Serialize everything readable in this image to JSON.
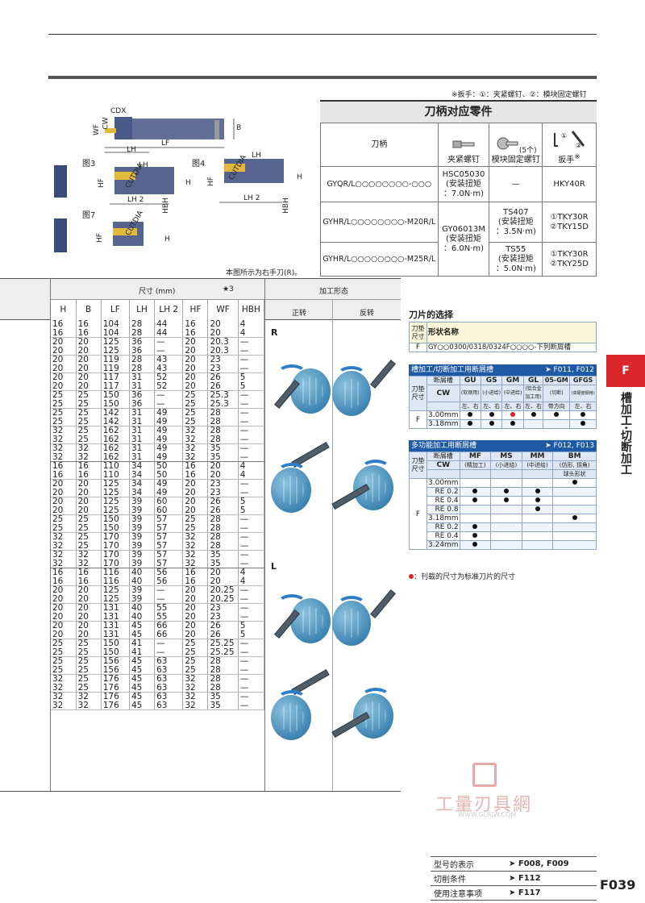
{
  "top_note": "※扳手：①：夹紧螺钉、②：模块固定螺钉",
  "parts": {
    "title": "刀柄对应零件",
    "h_holder": "刀柄",
    "h_clamp": "夹紧螺钉",
    "h_module": "模块固定螺钉",
    "h_wrench": "扳手",
    "wrench_mark": "※",
    "qty": "(5个)",
    "rows": [
      {
        "holder": "GYQR/L○○○○○○○○-○○○",
        "clamp": "HSC05030\n(安装扭矩\n：7.0N·m)",
        "module": "—",
        "wrench": "HKY40R"
      },
      {
        "holder": "GYHR/L○○○○○○○○-M20R/L",
        "clamp": "GY06013M\n(安装扭矩\n：6.0N·m)",
        "module": "TS407\n(安装扭矩\n：3.5N·m)",
        "wrench": "①TKY30R\n②TKY15D"
      },
      {
        "holder": "GYHR/L○○○○○○○○-M25R/L",
        "clamp": "",
        "module": "TS55\n(安装扭矩\n：5.0N·m)",
        "wrench": "①TKY30R\n②TKY25D"
      }
    ]
  },
  "diagram": {
    "cdx": "CDX",
    "cw": "CW",
    "wf": "WF",
    "b": "B",
    "lf": "LF",
    "lh": "LH",
    "fig3": "图3",
    "fig4": "图4",
    "fig7": "图7",
    "hf": "HF",
    "h": "H",
    "lh2": "LH 2",
    "hbh": "HBH",
    "cutdia": "CUTDIA",
    "note": "本图所示为右手刀(R)。"
  },
  "spec": {
    "size_label": "尺寸 (mm)",
    "star": "★3",
    "form_label": "加工形态",
    "fwd": "正转",
    "rev": "反转",
    "r": "R",
    "l": "L",
    "cols": [
      "H",
      "B",
      "LF",
      "LH",
      "LH 2",
      "HF",
      "WF",
      "HBH"
    ],
    "rows": [
      [
        "16",
        "16",
        "104",
        "28",
        "44",
        "16",
        "20",
        "4"
      ],
      [
        "16",
        "16",
        "104",
        "28",
        "44",
        "16",
        "20",
        "4"
      ],
      [
        "20",
        "20",
        "125",
        "36",
        "—",
        "20",
        "20.3",
        "—"
      ],
      [
        "20",
        "20",
        "125",
        "36",
        "—",
        "20",
        "20.3",
        "—"
      ],
      [
        "20",
        "20",
        "119",
        "28",
        "43",
        "20",
        "23",
        "—"
      ],
      [
        "20",
        "20",
        "119",
        "28",
        "43",
        "20",
        "23",
        "—"
      ],
      [
        "20",
        "20",
        "117",
        "31",
        "52",
        "20",
        "26",
        "5"
      ],
      [
        "20",
        "20",
        "117",
        "31",
        "52",
        "20",
        "26",
        "5"
      ],
      [
        "25",
        "25",
        "150",
        "36",
        "—",
        "25",
        "25.3",
        "—"
      ],
      [
        "25",
        "25",
        "150",
        "36",
        "—",
        "25",
        "25.3",
        "—"
      ],
      [
        "25",
        "25",
        "142",
        "31",
        "49",
        "25",
        "28",
        "—"
      ],
      [
        "25",
        "25",
        "142",
        "31",
        "49",
        "25",
        "28",
        "—"
      ],
      [
        "32",
        "25",
        "162",
        "31",
        "49",
        "32",
        "28",
        "—"
      ],
      [
        "32",
        "25",
        "162",
        "31",
        "49",
        "32",
        "28",
        "—"
      ],
      [
        "32",
        "32",
        "162",
        "31",
        "49",
        "32",
        "35",
        "—"
      ],
      [
        "32",
        "32",
        "162",
        "31",
        "49",
        "32",
        "35",
        "—"
      ],
      [
        "16",
        "16",
        "110",
        "34",
        "50",
        "16",
        "20",
        "4"
      ],
      [
        "16",
        "16",
        "110",
        "34",
        "50",
        "16",
        "20",
        "4"
      ],
      [
        "20",
        "20",
        "125",
        "34",
        "49",
        "20",
        "23",
        "—"
      ],
      [
        "20",
        "20",
        "125",
        "34",
        "49",
        "20",
        "23",
        "—"
      ],
      [
        "20",
        "20",
        "125",
        "39",
        "60",
        "20",
        "26",
        "5"
      ],
      [
        "20",
        "20",
        "125",
        "39",
        "60",
        "20",
        "26",
        "5"
      ],
      [
        "25",
        "25",
        "150",
        "39",
        "57",
        "25",
        "28",
        "—"
      ],
      [
        "25",
        "25",
        "150",
        "39",
        "57",
        "25",
        "28",
        "—"
      ],
      [
        "32",
        "25",
        "170",
        "39",
        "57",
        "32",
        "28",
        "—"
      ],
      [
        "32",
        "25",
        "170",
        "39",
        "57",
        "32",
        "28",
        "—"
      ],
      [
        "32",
        "32",
        "170",
        "39",
        "57",
        "32",
        "35",
        "—"
      ],
      [
        "32",
        "32",
        "170",
        "39",
        "57",
        "32",
        "35",
        "—"
      ],
      [
        "16",
        "16",
        "116",
        "40",
        "56",
        "16",
        "20",
        "4"
      ],
      [
        "16",
        "16",
        "116",
        "40",
        "56",
        "16",
        "20",
        "4"
      ],
      [
        "20",
        "20",
        "125",
        "39",
        "—",
        "20",
        "20.25",
        "—"
      ],
      [
        "20",
        "20",
        "125",
        "39",
        "—",
        "20",
        "20.25",
        "—"
      ],
      [
        "20",
        "20",
        "131",
        "40",
        "55",
        "20",
        "23",
        "—"
      ],
      [
        "20",
        "20",
        "131",
        "40",
        "55",
        "20",
        "23",
        "—"
      ],
      [
        "20",
        "20",
        "131",
        "45",
        "66",
        "20",
        "26",
        "5"
      ],
      [
        "20",
        "20",
        "131",
        "45",
        "66",
        "20",
        "26",
        "5"
      ],
      [
        "25",
        "25",
        "150",
        "41",
        "—",
        "25",
        "25.25",
        "—"
      ],
      [
        "25",
        "25",
        "150",
        "41",
        "—",
        "25",
        "25.25",
        "—"
      ],
      [
        "25",
        "25",
        "156",
        "45",
        "63",
        "25",
        "28",
        "—"
      ],
      [
        "25",
        "25",
        "156",
        "45",
        "63",
        "25",
        "28",
        "—"
      ],
      [
        "32",
        "25",
        "176",
        "45",
        "63",
        "32",
        "28",
        "—"
      ],
      [
        "32",
        "25",
        "176",
        "45",
        "63",
        "32",
        "28",
        "—"
      ],
      [
        "32",
        "32",
        "176",
        "45",
        "63",
        "32",
        "35",
        "—"
      ],
      [
        "32",
        "32",
        "176",
        "45",
        "63",
        "32",
        "35",
        "—"
      ]
    ]
  },
  "sel": {
    "title": "刀片的选择",
    "pad": "刀垫\n尺寸",
    "shape": "形状名称",
    "f": "F",
    "shape_val": "GY○○0300/0318/0324F○○○○-下列断屑槽",
    "t1": "槽加工/切断加工用断屑槽",
    "t1ref": "➤ F011, F012",
    "t1cols": [
      {
        "a": "GU",
        "b": "(软钢用)"
      },
      {
        "a": "GS",
        "b": "(小进给)"
      },
      {
        "a": "GM",
        "b": "(中进给)"
      },
      {
        "a": "GL",
        "b": "(铝合金\n加工用)"
      },
      {
        "a": "05-GM",
        "b": "(切断)"
      },
      {
        "a": "GFGS",
        "b": "(高硬度钢用)"
      }
    ],
    "breaker": "断屑槽",
    "cw": "CW",
    "lr": "左、右",
    "band": "带方向",
    "lr2": "左、右",
    "t1rows": [
      {
        "cw": "3.00mm"
      },
      {
        "cw": "3.18mm"
      }
    ],
    "t2": "多功能加工用断屑槽",
    "t2ref": "➤ F012, F013",
    "t2cols": [
      {
        "a": "MF",
        "b": "(精加工)"
      },
      {
        "a": "MS",
        "b": "(小进给)"
      },
      {
        "a": "MM",
        "b": "(中进给)"
      },
      {
        "a": "BM",
        "b": "(仿形, 拐角)"
      }
    ],
    "ball": "球头形状",
    "t2rows": [
      "3.00mm",
      "RE 0.2",
      "RE 0.4",
      "RE 0.8",
      "3.18mm",
      "RE 0.2",
      "RE 0.4",
      "3.24mm"
    ],
    "legend": "：刊载的尺寸为标准刀片的尺寸"
  },
  "side": {
    "f": "F",
    "text": "槽加工·切断加工"
  },
  "watermark": {
    "cn": "工量刃具網",
    "url": "WWW.GLRJW.COM"
  },
  "footer": {
    "rows": [
      {
        "l": "型号的表示",
        "r": "➤ F008, F009"
      },
      {
        "l": "切削条件",
        "r": "➤ F112"
      },
      {
        "l": "使用注意事项",
        "r": "➤ F117"
      }
    ],
    "page": "F039"
  },
  "colors": {
    "accent": "#d9262c",
    "blue": "#1f5aa6",
    "selhead": "#dde8f4"
  }
}
